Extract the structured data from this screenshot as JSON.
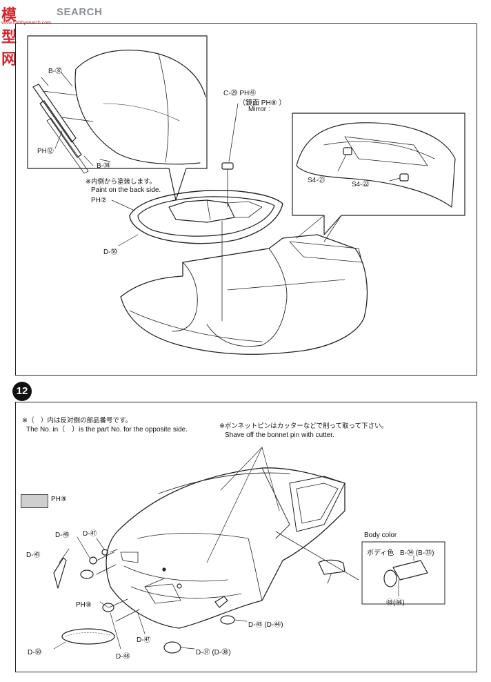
{
  "watermark": {
    "logo": "模型网",
    "brand": "SEARCH",
    "url": "www.hobbysearch.com"
  },
  "step_a": {
    "inset_labels": {
      "b37": "B-㊲",
      "b38": "B-㊳",
      "p12": "PH⑫"
    },
    "paint_note_jp": "※内側から塗装します。",
    "paint_note_en": "Paint on the back side.",
    "p2": "PH②",
    "d50": "D-㊿",
    "mirror_part": "C-㉙ PH㊶",
    "mirror_part_paren": "（鏡面 PH⑧ ）",
    "mirror_label": "Mirror :",
    "s4_71": "S4-㉑",
    "s4_70": "S4-㉒"
  },
  "step_12": {
    "number": "12",
    "note_jp": "※（　）内は反対側の部品番号です。",
    "note_en_a": "The No. in（　）is the part No. for the opposite side.",
    "bonnet_jp": "※ボンネットピンはカッターなどで削って取って下さい。",
    "bonnet_en": "Shave off the bonnet pin with cutter.",
    "swatch_label": "PH⑧",
    "body_color_title": "Body color",
    "body_color_jp": "ボディ色",
    "body_color_parts": "B-㉞ (B-㉝)",
    "parts_43_44": "㊸(㊹)",
    "d59": "D-㊾",
    "d57a": "D-㊼",
    "d61": "D-㊶",
    "p8": "PH⑧",
    "d57b": "D-㊼",
    "d58": "D-㊽",
    "d60": "D-㊿",
    "d53": "D-㊸ (D-㊹)",
    "d72": "D-㊲ (D-㊳)"
  }
}
